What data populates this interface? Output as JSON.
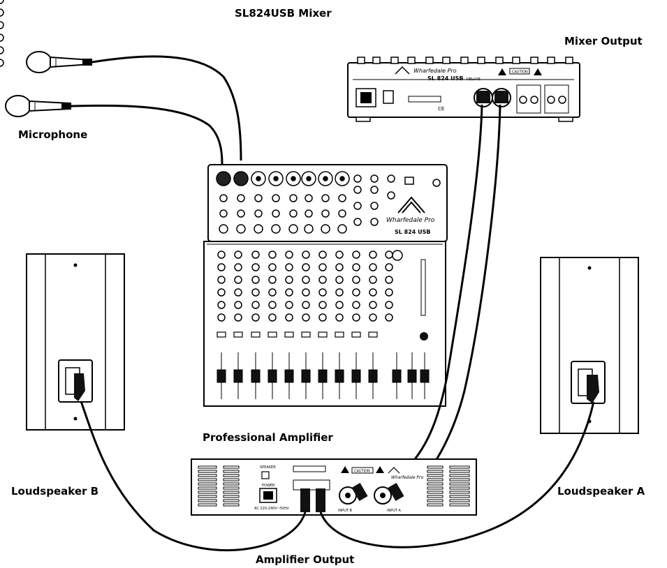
{
  "labels": {
    "mixer_title": "SL824USB Mixer",
    "mixer_output": "Mixer Output",
    "microphone": "Microphone",
    "professional_amplifier": "Professional Amplifier",
    "loudspeaker_b": "Loudspeaker B",
    "loudspeaker_a": "Loudspeaker A",
    "amplifier_output": "Amplifier Output"
  },
  "device_text": {
    "brand": "Wharfedale Pro",
    "mixer_model_front": "SL 824 USB",
    "mixer_model_rear": "SL 824 USB",
    "rear_badge": "DELUXE",
    "caution": "CAUTION",
    "ce_mark": "CE",
    "amp_power": "POWER",
    "amp_mains": "AC 220-240V~50Hz",
    "amp_speaker": "SPEAKER",
    "amp_input_a": "INPUT A",
    "amp_input_b": "INPUT B"
  },
  "colors": {
    "line": "#000000",
    "background": "#ffffff",
    "device_fill": "#ffffff",
    "knob_dark": "#111111"
  }
}
